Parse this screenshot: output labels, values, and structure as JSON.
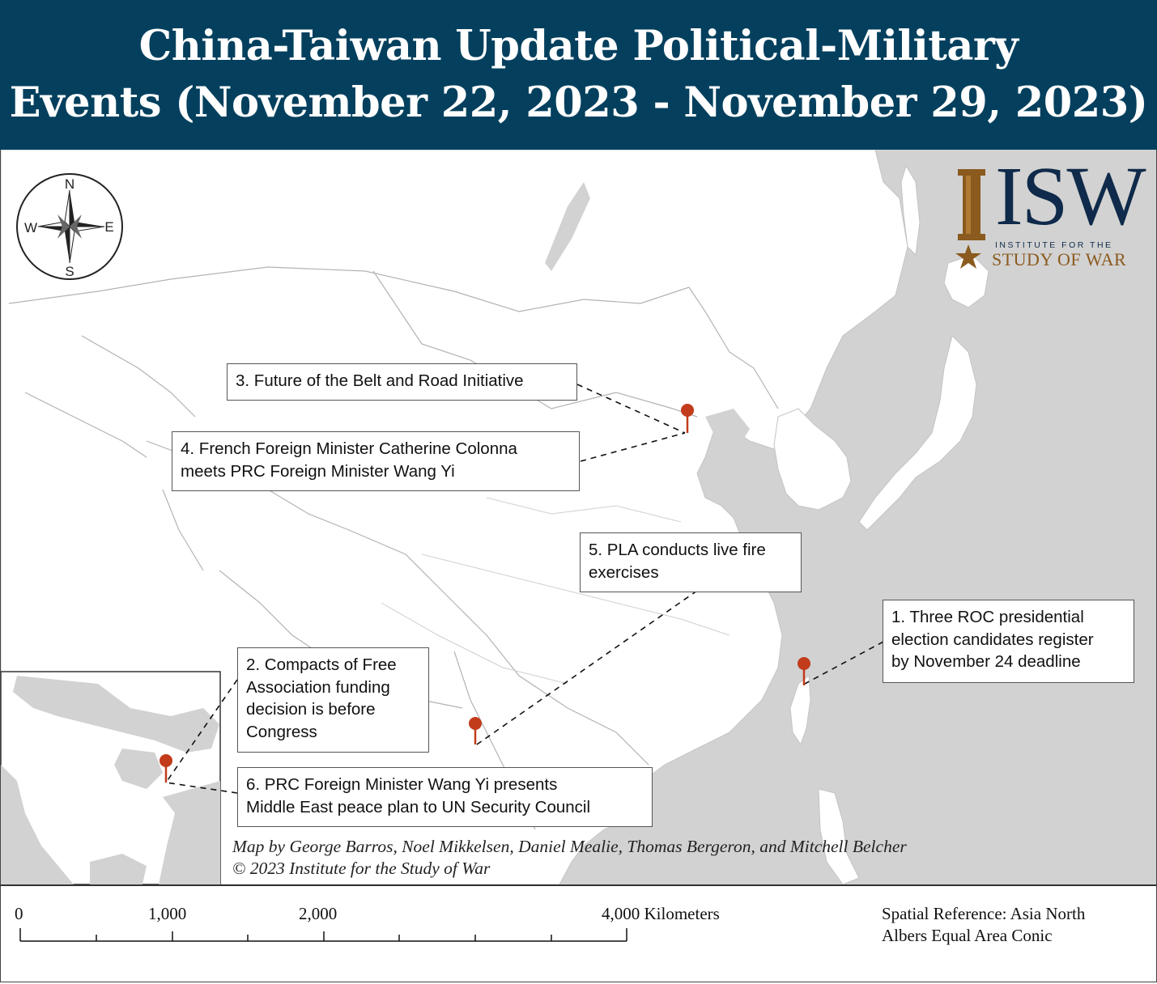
{
  "header": {
    "title_line1": "China-Taiwan Update Political-Military",
    "title_line2": "Events (November 22, 2023 - November 29, 2023)"
  },
  "compass": {
    "n": "N",
    "s": "S",
    "e": "E",
    "w": "W"
  },
  "logo": {
    "letters": "ISW",
    "institute": "INSTITUTE FOR THE",
    "study_of_war": "STUDY OF WAR"
  },
  "callouts": {
    "c1": "1. Three ROC presidential\nelection candidates register\nby November 24 deadline",
    "c2": "2. Compacts of Free\nAssociation funding\ndecision is before\nCongress",
    "c3": "3. Future of the Belt and Road Initiative",
    "c4": "4. French Foreign Minister Catherine Colonna\nmeets PRC Foreign Minister Wang Yi",
    "c5": "5. PLA conducts live fire\nexercises",
    "c6": "6. PRC Foreign Minister Wang Yi presents\nMiddle East peace plan to UN Security Council"
  },
  "credit": "Map by George Barros, Noel Mikkelsen, Daniel Mealie, Thomas Bergeron, and Mitchell Belcher\n© 2023 Institute for the Study of War",
  "scale_bar": {
    "labels": [
      "0",
      "1,000",
      "2,000",
      "4,000 Kilometers"
    ]
  },
  "spatial_reference": "Spatial Reference: Asia North\nAlbers Equal Area Conic",
  "colors": {
    "header_bg": "#04405e",
    "land_other": "#d2d2d2",
    "land_focus": "#ffffff",
    "border_lines": "#b0b0b0",
    "pin": "#c23b1a",
    "logo_navy": "#0f2a4a",
    "logo_gold": "#8a5a1e"
  }
}
